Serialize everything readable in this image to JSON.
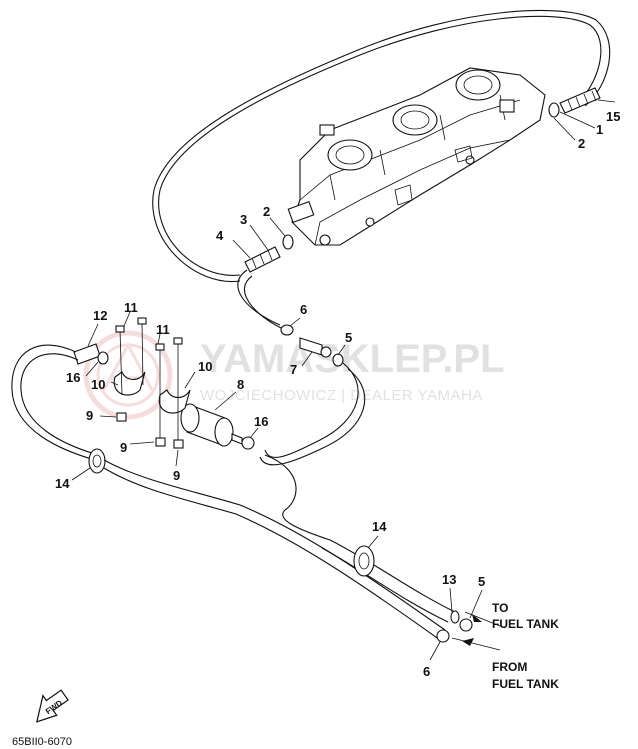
{
  "callouts": [
    {
      "id": "c15",
      "text": "15"
    },
    {
      "id": "c1",
      "text": "1"
    },
    {
      "id": "c2a",
      "text": "2"
    },
    {
      "id": "c2b",
      "text": "2"
    },
    {
      "id": "c3",
      "text": "3"
    },
    {
      "id": "c4",
      "text": "4"
    },
    {
      "id": "c6a",
      "text": "6"
    },
    {
      "id": "c5a",
      "text": "5"
    },
    {
      "id": "c7",
      "text": "7"
    },
    {
      "id": "c12",
      "text": "12"
    },
    {
      "id": "c11a",
      "text": "11"
    },
    {
      "id": "c11b",
      "text": "11"
    },
    {
      "id": "c16a",
      "text": "16"
    },
    {
      "id": "c10a",
      "text": "10"
    },
    {
      "id": "c10b",
      "text": "10"
    },
    {
      "id": "c8",
      "text": "8"
    },
    {
      "id": "c9a",
      "text": "9"
    },
    {
      "id": "c9b",
      "text": "9"
    },
    {
      "id": "c9c",
      "text": "9"
    },
    {
      "id": "c16b",
      "text": "16"
    },
    {
      "id": "c14a",
      "text": "14"
    },
    {
      "id": "c14b",
      "text": "14"
    },
    {
      "id": "c13",
      "text": "13"
    },
    {
      "id": "c5b",
      "text": "5"
    },
    {
      "id": "c6b",
      "text": "6"
    }
  ],
  "destinations": {
    "to_line1": "TO",
    "to_line2": "FUEL TANK",
    "from_line1": "FROM",
    "from_line2": "FUEL TANK"
  },
  "fwd_label": "FWD",
  "diagram_code": "65BII0-6070",
  "watermark": {
    "main": "YAMASKLEP.PL",
    "sub": "WOJCIECHOWICZ | DEALER YAMAHA"
  },
  "colors": {
    "line": "#111111",
    "watermark": "#c9c9c9",
    "watermark_logo": "#e8a0a0"
  }
}
